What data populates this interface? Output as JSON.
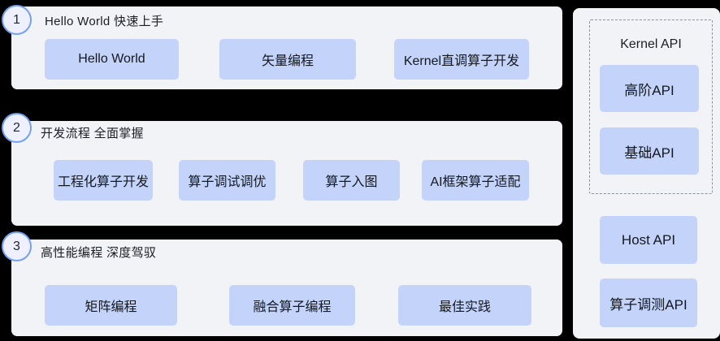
{
  "sections": [
    {
      "number": "1",
      "title": "Hello World 快速上手",
      "buttons": [
        {
          "label": "Hello World"
        },
        {
          "label": "矢量编程"
        },
        {
          "label": "Kernel直调算子开发"
        }
      ]
    },
    {
      "number": "2",
      "title": "开发流程 全面掌握",
      "buttons": [
        {
          "label": "工程化算子开发"
        },
        {
          "label": "算子调试调优"
        },
        {
          "label": "算子入图"
        },
        {
          "label": "AI框架算子适配"
        }
      ]
    },
    {
      "number": "3",
      "title": "高性能编程 深度驾驭",
      "buttons": [
        {
          "label": "矩阵编程"
        },
        {
          "label": "融合算子编程"
        },
        {
          "label": "最佳实践"
        }
      ]
    }
  ],
  "side_panel": {
    "group": {
      "title": "Kernel API",
      "buttons": [
        {
          "label": "高阶API"
        },
        {
          "label": "基础API"
        }
      ]
    },
    "buttons": [
      {
        "label": "Host API"
      },
      {
        "label": "算子调测API"
      }
    ]
  },
  "colors": {
    "panel_bg": "#f2f3f6",
    "card_bg": "#c3d3f9",
    "badge_fill": "#eef1fd",
    "badge_border": "#74a0f4",
    "dashed_border": "#8d929c",
    "text": "#181b22",
    "canvas_bg": "#000000"
  }
}
